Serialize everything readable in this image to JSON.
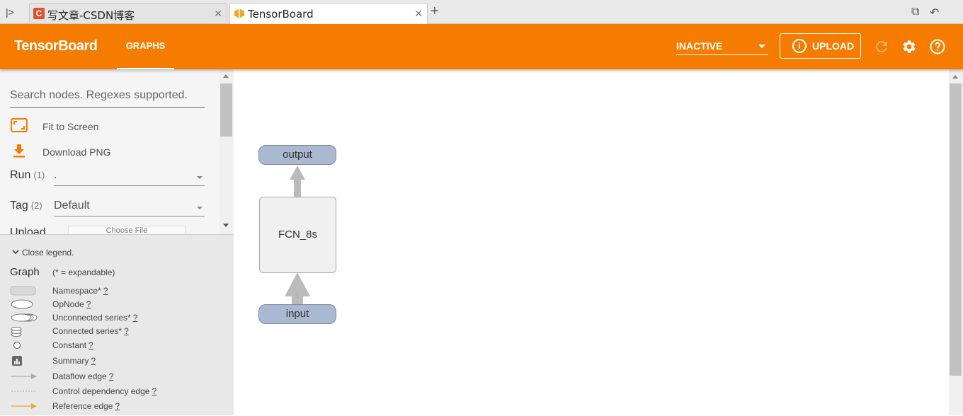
{
  "browser": {
    "tabs": [
      {
        "title": "写文章-CSDN博客",
        "favicon": "C"
      },
      {
        "title": "TensorBoard"
      }
    ]
  },
  "header": {
    "brand": "TensorBoard",
    "tab_label": "GRAPHS",
    "run_status": "INACTIVE",
    "upload_label": "UPLOAD",
    "accent_color": "#f57c00"
  },
  "controls": {
    "search_placeholder": "Search nodes. Regexes supported.",
    "fit_label": "Fit to Screen",
    "download_label": "Download PNG",
    "run_label": "Run",
    "run_count": "(1)",
    "run_value": ".",
    "tag_label": "Tag",
    "tag_count": "(2)",
    "tag_value": "Default",
    "upload_label": "Upload",
    "choose_file_label": "Choose File"
  },
  "legend": {
    "close_label": "Close legend.",
    "heading": "Graph",
    "subheading": "(* = expandable)",
    "items": [
      {
        "label": "Namespace*",
        "help": "?"
      },
      {
        "label": "OpNode",
        "help": "?"
      },
      {
        "label": "Unconnected series*",
        "help": "?"
      },
      {
        "label": "Connected series*",
        "help": "?"
      },
      {
        "label": "Constant",
        "help": "?"
      },
      {
        "label": "Summary",
        "help": "?"
      },
      {
        "label": "Dataflow edge",
        "help": "?"
      },
      {
        "label": "Control dependency edge",
        "help": "?"
      },
      {
        "label": "Reference edge",
        "help": "?"
      }
    ]
  },
  "graph": {
    "nodes": {
      "output": "output",
      "namespace": "FCN_8s",
      "input": "input"
    }
  }
}
